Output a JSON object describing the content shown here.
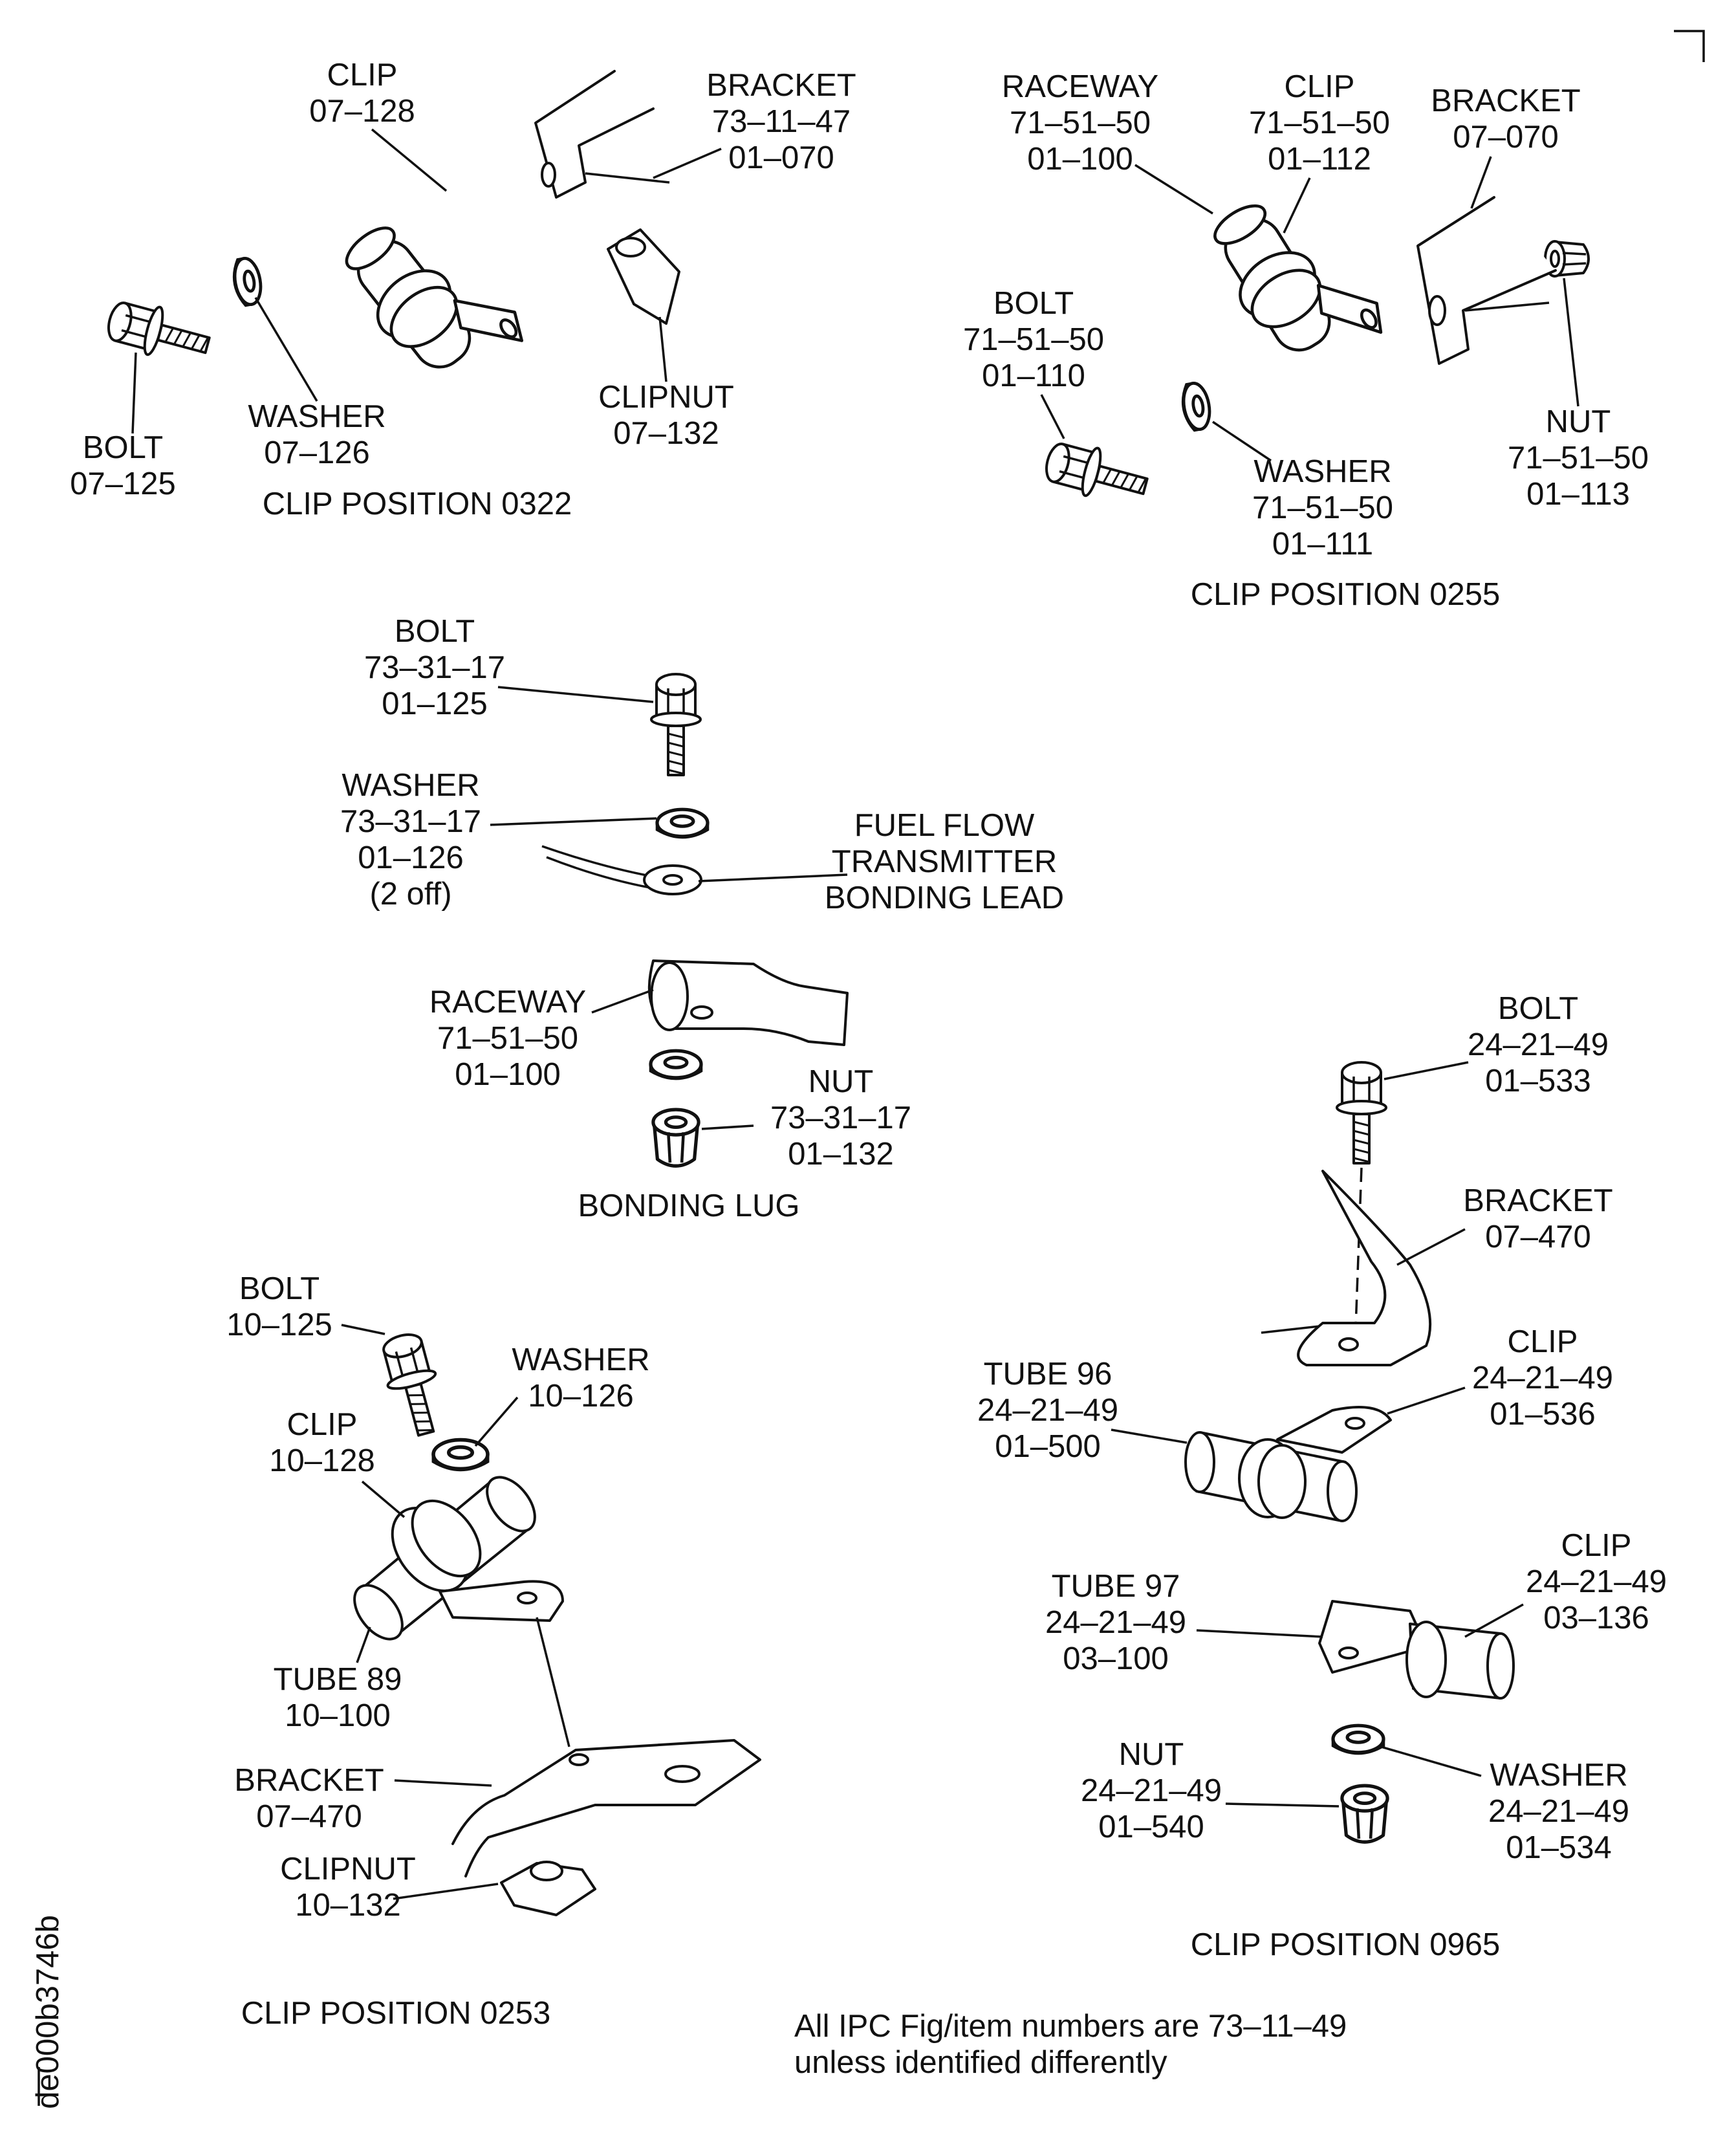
{
  "clip_0322": {
    "clip": [
      "CLIP",
      "07–128"
    ],
    "bracket": [
      "BRACKET",
      "73–11–47",
      "01–070"
    ],
    "bolt": [
      "BOLT",
      "07–125"
    ],
    "washer": [
      "WASHER",
      "07–126"
    ],
    "clipnut": [
      "CLIPNUT",
      "07–132"
    ],
    "title": "CLIP POSITION 0322"
  },
  "clip_0255": {
    "raceway": [
      "RACEWAY",
      "71–51–50",
      "01–100"
    ],
    "clip": [
      "CLIP",
      "71–51–50",
      "01–112"
    ],
    "bracket": [
      "BRACKET",
      "07–070"
    ],
    "bolt": [
      "BOLT",
      "71–51–50",
      "01–110"
    ],
    "washer": [
      "WASHER",
      "71–51–50",
      "01–111"
    ],
    "nut": [
      "NUT",
      "71–51–50",
      "01–113"
    ],
    "title": "CLIP POSITION 0255"
  },
  "bonding_lug": {
    "bolt": [
      "BOLT",
      "73–31–17",
      "01–125"
    ],
    "washer": [
      "WASHER",
      "73–31–17",
      "01–126",
      "(2 off)"
    ],
    "lead": [
      "FUEL FLOW",
      "TRANSMITTER",
      "BONDING LEAD"
    ],
    "raceway": [
      "RACEWAY",
      "71–51–50",
      "01–100"
    ],
    "nut": [
      "NUT",
      "73–31–17",
      "01–132"
    ],
    "title": "BONDING LUG"
  },
  "clip_0965": {
    "bolt": [
      "BOLT",
      "24–21–49",
      "01–533"
    ],
    "bracket": [
      "BRACKET",
      "07–470"
    ],
    "clip_upper": [
      "CLIP",
      "24–21–49",
      "01–536"
    ],
    "tube96": [
      "TUBE 96",
      "24–21–49",
      "01–500"
    ],
    "tube97": [
      "TUBE 97",
      "24–21–49",
      "03–100"
    ],
    "clip_lower": [
      "CLIP",
      "24–21–49",
      "03–136"
    ],
    "nut": [
      "NUT",
      "24–21–49",
      "01–540"
    ],
    "washer": [
      "WASHER",
      "24–21–49",
      "01–534"
    ],
    "title": "CLIP POSITION 0965"
  },
  "clip_0253": {
    "bolt": [
      "BOLT",
      "10–125"
    ],
    "washer": [
      "WASHER",
      "10–126"
    ],
    "clip": [
      "CLIP",
      "10–128"
    ],
    "tube89": [
      "TUBE 89",
      "10–100"
    ],
    "bracket": [
      "BRACKET",
      "07–470"
    ],
    "clipnut": [
      "CLIPNUT",
      "10–132"
    ],
    "title": "CLIP POSITION 0253"
  },
  "footnote": [
    "All IPC Fig/item numbers are 73–11–49",
    "unless identified differently"
  ],
  "drawing_id": "de000b3746b"
}
